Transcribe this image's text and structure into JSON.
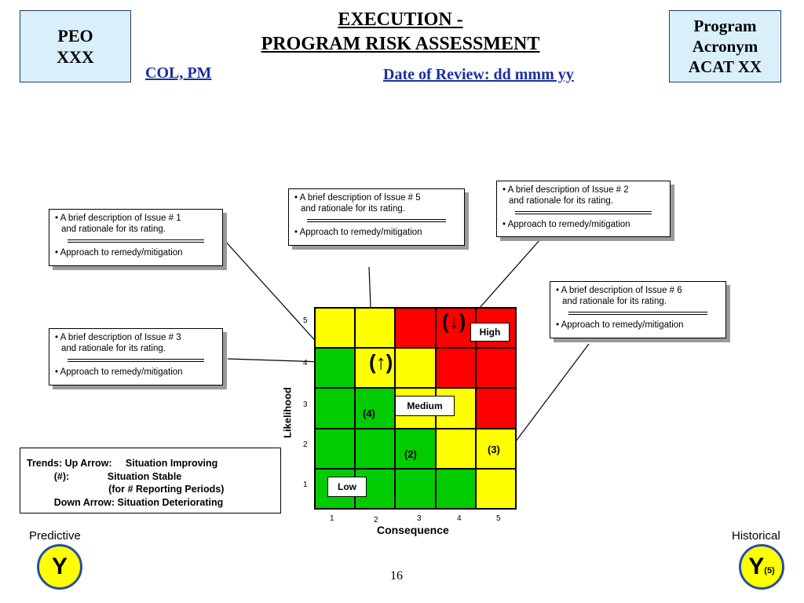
{
  "header": {
    "peo_line1": "PEO",
    "peo_line2": "XXX",
    "title_line1": "EXECUTION -",
    "title_line2": "PROGRAM RISK ASSESSMENT",
    "pm": "COL, PM",
    "review_date": "Date of Review: dd mmm yy",
    "program_line1": "Program",
    "program_line2": "Acronym",
    "program_line3": "ACAT XX"
  },
  "callouts": [
    {
      "id": "issue1",
      "line1": "• A brief description of Issue # 1",
      "line2": "and rationale for its rating.",
      "line3": "• Approach to remedy/mitigation"
    },
    {
      "id": "issue5",
      "line1": "• A brief description of Issue # 5",
      "line2": "and rationale for its rating.",
      "line3": "• Approach to remedy/mitigation"
    },
    {
      "id": "issue2",
      "line1": "• A brief description of Issue # 2",
      "line2": "and rationale for its rating.",
      "line3": "• Approach to remedy/mitigation"
    },
    {
      "id": "issue6",
      "line1": "• A brief description of Issue # 6",
      "line2": "and rationale for its rating.",
      "line3": "• Approach to remedy/mitigation"
    },
    {
      "id": "issue3",
      "line1": "• A brief description of Issue # 3",
      "line2": "and rationale for its rating.",
      "line3": "• Approach to remedy/mitigation"
    }
  ],
  "matrix": {
    "y_axis_label": "Likelihood",
    "x_axis_label": "Consequence",
    "y_ticks": [
      "5",
      "4",
      "3",
      "2",
      "1"
    ],
    "x_ticks": [
      "1",
      "2",
      "3",
      "4",
      "5"
    ],
    "cell_colors": [
      [
        "yellow",
        "yellow",
        "red",
        "red",
        "red"
      ],
      [
        "green",
        "yellow",
        "yellow",
        "red",
        "red"
      ],
      [
        "green",
        "green",
        "yellow",
        "yellow",
        "red"
      ],
      [
        "green",
        "green",
        "green",
        "yellow",
        "yellow"
      ],
      [
        "green",
        "green",
        "green",
        "green",
        "yellow"
      ]
    ],
    "colors": {
      "red": "#ff0000",
      "yellow": "#ffff00",
      "green": "#00cc00"
    },
    "zone_labels": {
      "high": "High",
      "medium": "Medium",
      "low": "Low"
    },
    "markers": {
      "issue5": "(↑)",
      "issue2": "(↓)",
      "issue4": "(4)",
      "issue1": "(2)",
      "issue6": "(3)"
    }
  },
  "trends": {
    "line1": "Trends: Up Arrow:     Situation Improving",
    "line2": "          (#):              Situation Stable",
    "line3": "                              (for # Reporting Periods)",
    "line4": "          Down Arrow: Situation Deteriorating"
  },
  "footer": {
    "predictive_label": "Predictive",
    "predictive_value": "Y",
    "historical_label": "Historical",
    "historical_value": "Y",
    "historical_sub": "(5)",
    "page_number": "16"
  }
}
